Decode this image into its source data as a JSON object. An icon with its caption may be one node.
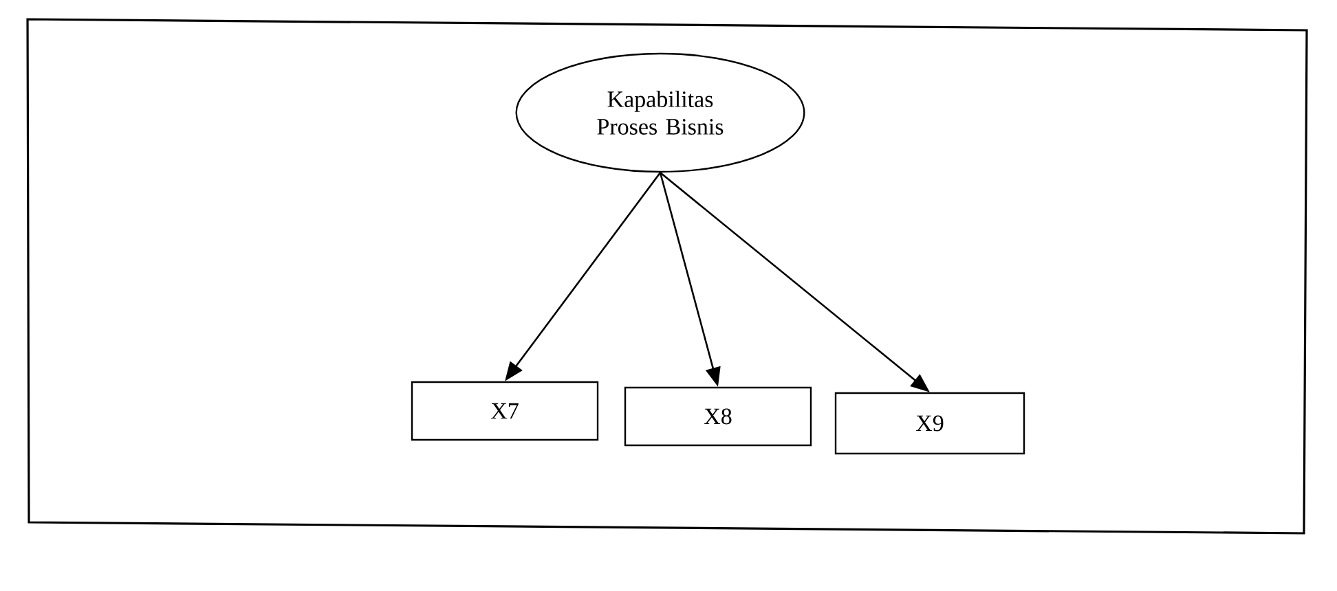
{
  "diagram": {
    "nodes": [
      {
        "text": [
          "Kapabilitas Proses Bisnis"
        ]
      },
      {
        "text": [
          "X7"
        ]
      },
      {
        "text": [
          "X8"
        ]
      },
      {
        "text": [
          "X9"
        ]
      }
    ],
    "edges": [
      {
        "from": 0,
        "to": 1,
        "arrow": "to"
      },
      {
        "from": 0,
        "to": 2,
        "arrow": "to"
      },
      {
        "from": 0,
        "to": 3,
        "arrow": "to"
      }
    ]
  }
}
